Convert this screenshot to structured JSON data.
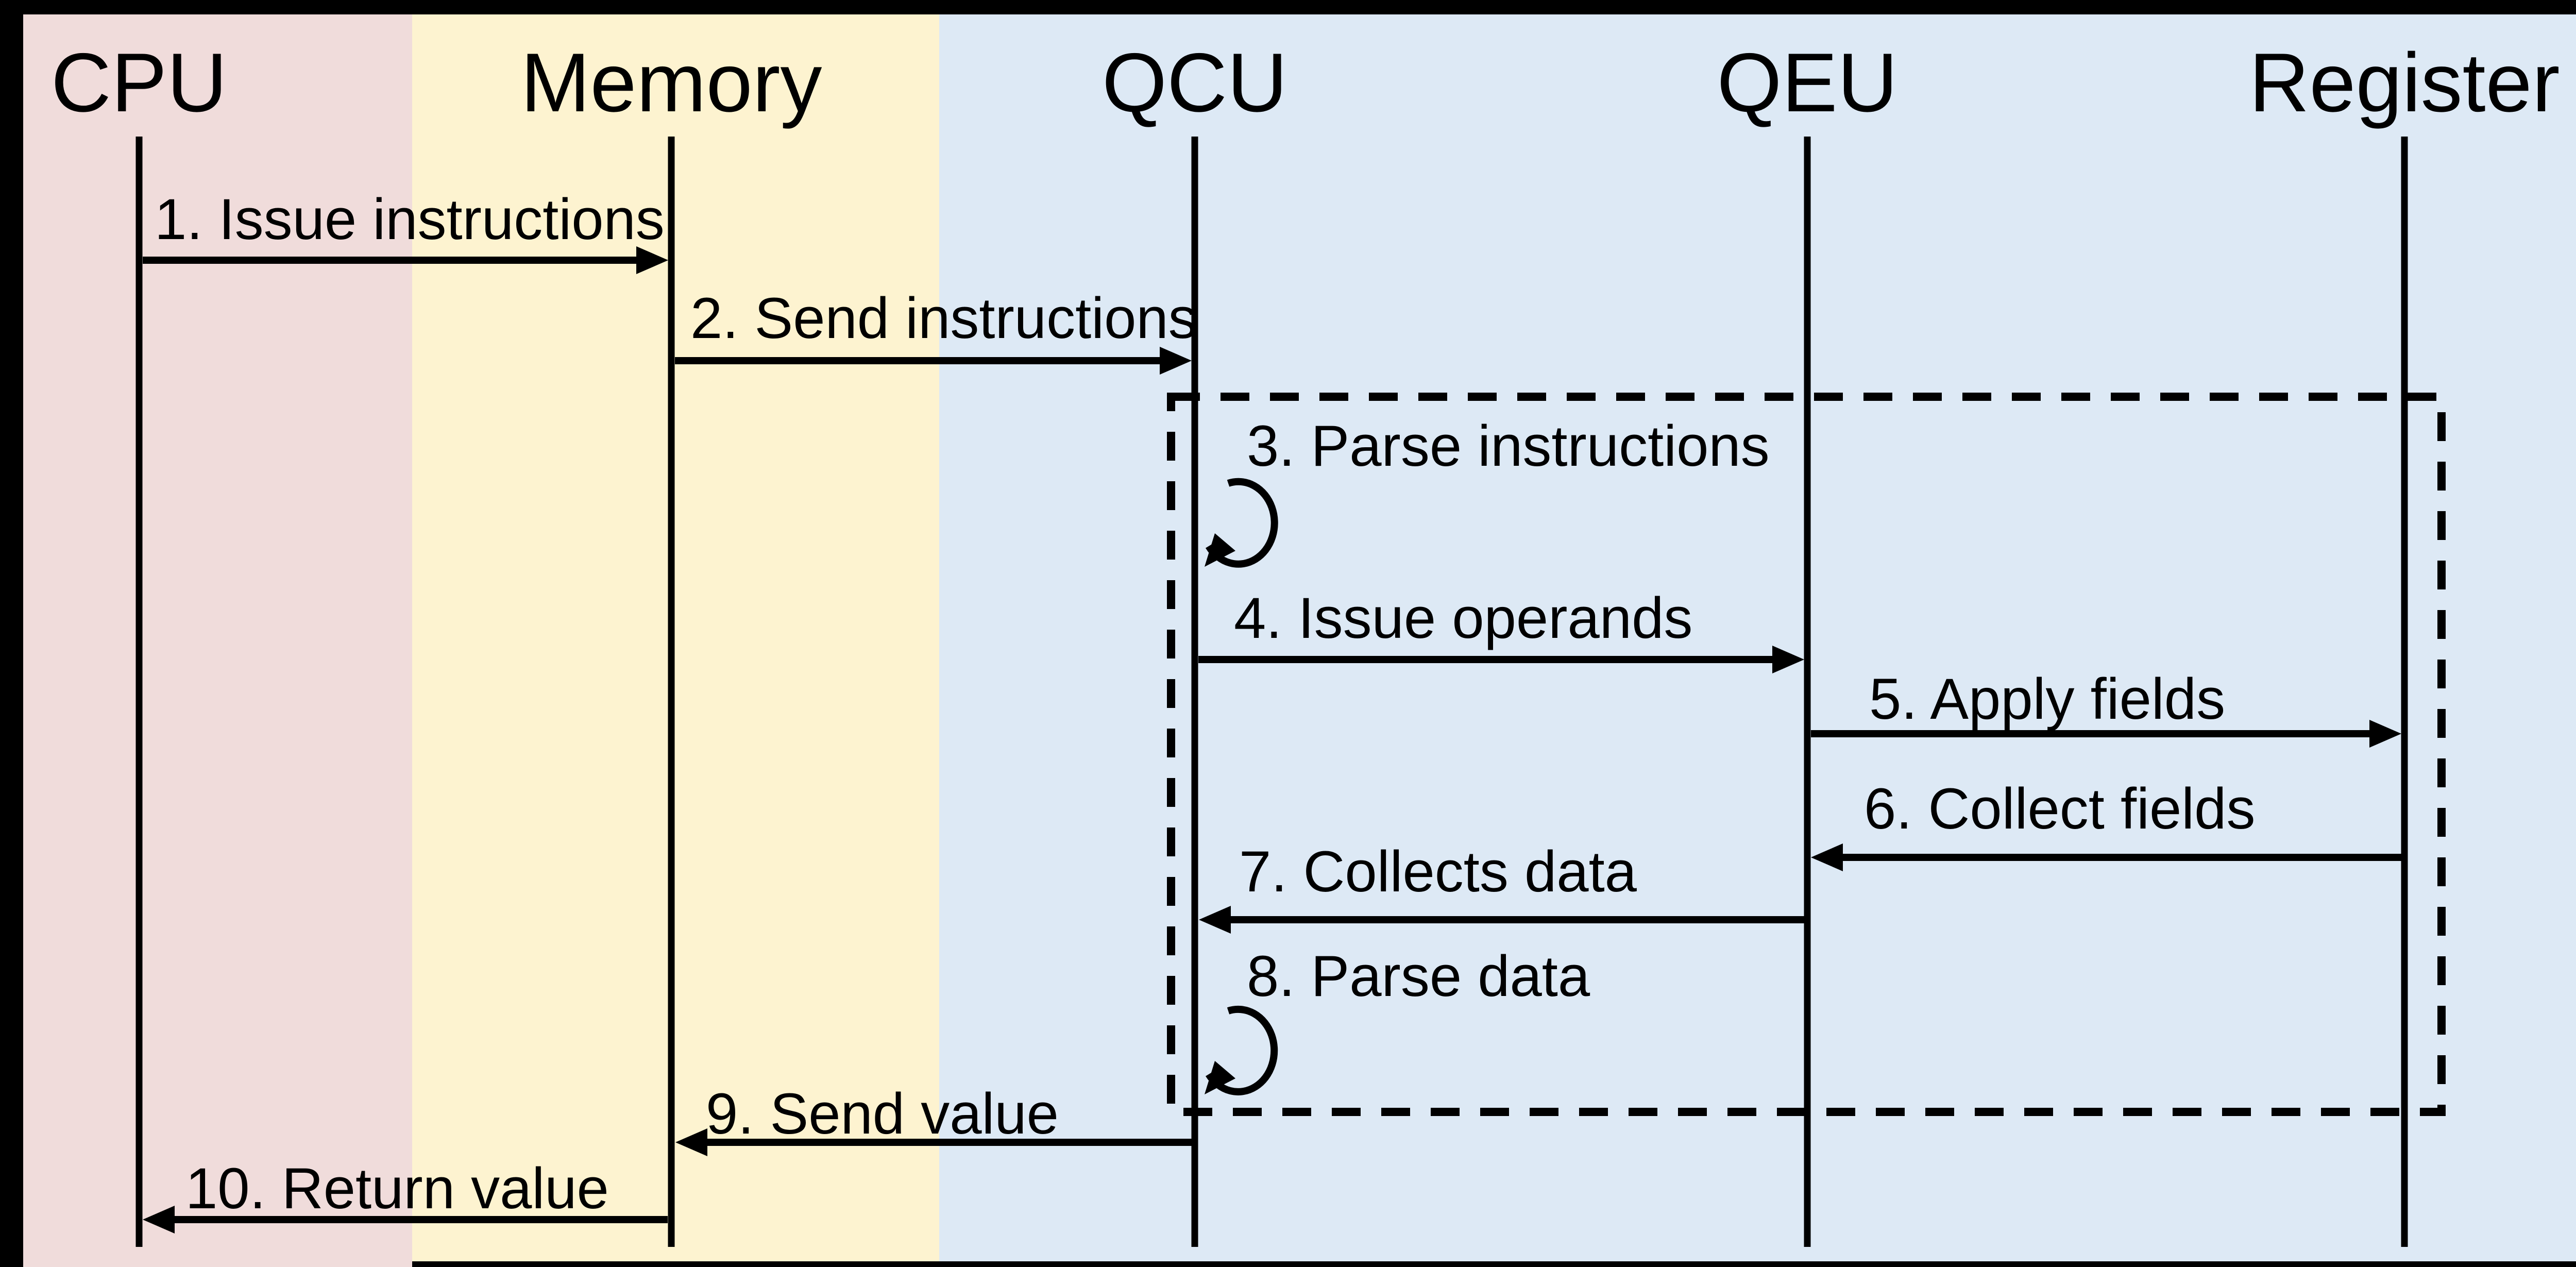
{
  "diagram": {
    "type": "sequence-diagram",
    "participants": [
      {
        "name": "CPU",
        "band": "pink"
      },
      {
        "name": "Memory",
        "band": "yellow"
      },
      {
        "name": "QCU",
        "band": "blue"
      },
      {
        "name": "QEU",
        "band": "blue"
      },
      {
        "name": "Register",
        "band": "blue"
      }
    ],
    "messages": [
      {
        "label": "1. Issue instructions",
        "from": "CPU",
        "to": "Memory",
        "kind": "arrow-right"
      },
      {
        "label": "2. Send instructions",
        "from": "Memory",
        "to": "QCU",
        "kind": "arrow-right"
      },
      {
        "label": "3. Parse instructions",
        "from": "QCU",
        "to": "QCU",
        "kind": "self-loop"
      },
      {
        "label": "4. Issue operands",
        "from": "QCU",
        "to": "QEU",
        "kind": "arrow-right"
      },
      {
        "label": "5. Apply fields",
        "from": "QEU",
        "to": "Register",
        "kind": "arrow-right"
      },
      {
        "label": "6. Collect fields",
        "from": "Register",
        "to": "QEU",
        "kind": "arrow-left"
      },
      {
        "label": "7. Collects data",
        "from": "QEU",
        "to": "QCU",
        "kind": "arrow-left"
      },
      {
        "label": "8. Parse data",
        "from": "QCU",
        "to": "QCU",
        "kind": "self-loop"
      },
      {
        "label": "9. Send value",
        "from": "QCU",
        "to": "Memory",
        "kind": "arrow-left"
      },
      {
        "label": "10. Return value",
        "from": "Memory",
        "to": "CPU",
        "kind": "arrow-left"
      }
    ],
    "fragment": {
      "style": "dashed-rectangle",
      "encloses_messages": [
        "3",
        "4",
        "5",
        "6",
        "7",
        "8"
      ],
      "spans": "QCU to Register"
    }
  },
  "colors": {
    "cpu_band": "#f0dcdb",
    "memory_band": "#fdf3d0",
    "exec_band": "#dde9f5",
    "line": "#000000",
    "frame": "#000000"
  }
}
